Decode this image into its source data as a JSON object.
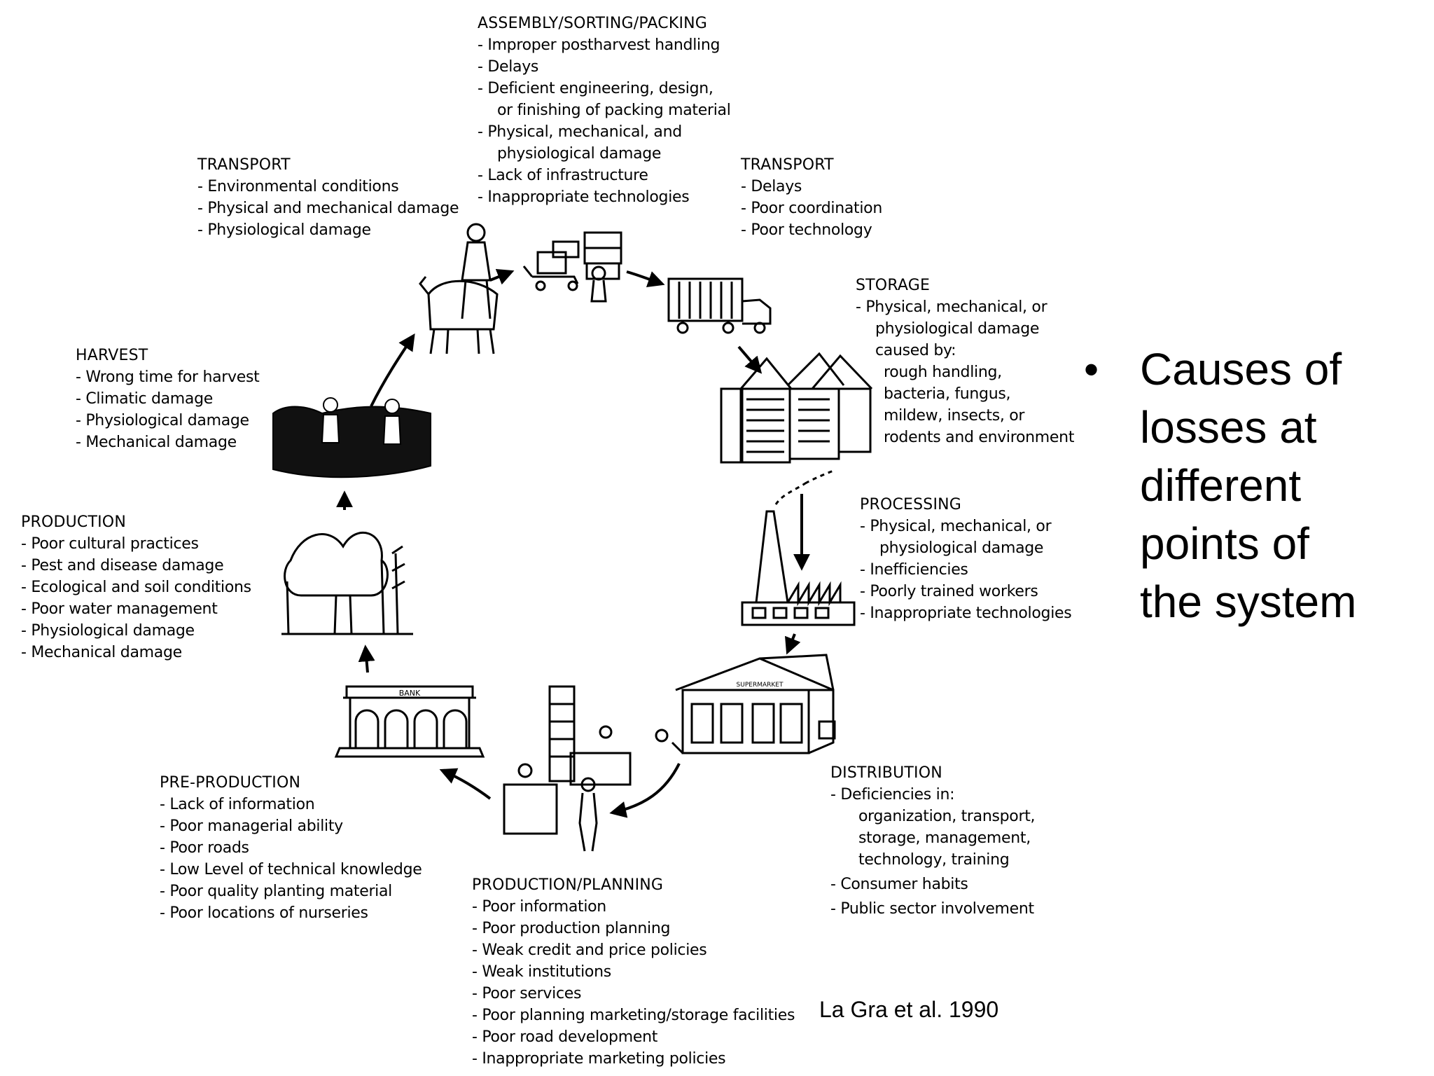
{
  "stages": {
    "assembly": {
      "title": "ASSEMBLY/SORTING/PACKING",
      "items": [
        "- Improper postharvest handling",
        "- Delays",
        "- Deficient engineering, design,",
        "  or finishing of packing material",
        "- Physical, mechanical, and",
        "  physiological damage",
        "- Lack of infrastructure",
        "- Inappropriate technologies"
      ]
    },
    "transport_left": {
      "title": "TRANSPORT",
      "items": [
        "- Environmental conditions",
        "- Physical and mechanical damage",
        "- Physiological damage"
      ]
    },
    "transport_right": {
      "title": "TRANSPORT",
      "items": [
        "- Delays",
        "- Poor coordination",
        "- Poor technology"
      ]
    },
    "storage": {
      "title": "STORAGE",
      "items": [
        "- Physical, mechanical, or",
        "  physiological damage",
        "  caused by:",
        "    rough handling,",
        "    bacteria, fungus,",
        "    mildew, insects, or",
        "    rodents and environment"
      ]
    },
    "harvest": {
      "title": "HARVEST",
      "items": [
        "- Wrong time for harvest",
        "- Climatic damage",
        "- Physiological damage",
        "- Mechanical damage"
      ]
    },
    "processing": {
      "title": "PROCESSING",
      "items": [
        "- Physical, mechanical, or",
        "  physiological damage",
        "- Inefficiencies",
        "- Poorly trained workers",
        "- Inappropriate technologies"
      ]
    },
    "production": {
      "title": "PRODUCTION",
      "items": [
        "- Poor cultural practices",
        "- Pest and disease damage",
        "- Ecological and soil conditions",
        "- Poor water management",
        "- Physiological damage",
        "- Mechanical damage"
      ]
    },
    "distribution": {
      "title": "DISTRIBUTION",
      "items": [
        "- Deficiencies in:",
        "    organization, transport,",
        "    storage, management,",
        "    technology, training",
        "- Consumer habits",
        "- Public sector involvement"
      ]
    },
    "pre_production": {
      "title": "PRE-PRODUCTION",
      "items": [
        "- Lack of information",
        "- Poor managerial ability",
        "- Poor roads",
        "- Low Level of technical knowledge",
        "- Poor quality planting material",
        "- Poor locations of nurseries"
      ]
    },
    "production_planning": {
      "title": "PRODUCTION/PLANNING",
      "items": [
        "- Poor information",
        "- Poor production planning",
        "- Weak credit and price policies",
        "- Weak institutions",
        "- Poor services",
        "- Poor planning marketing/storage facilities",
        "- Poor road development",
        "- Inappropriate marketing policies"
      ]
    }
  },
  "illustration_labels": {
    "bank": "BANK",
    "supermarket": "SUPERMARKET"
  },
  "bullet": {
    "symbol": "•",
    "text": "Causes of losses at different points of the system"
  },
  "citation": "La Gra et al. 1990",
  "colors": {
    "ink": "#000000",
    "background": "#ffffff"
  }
}
